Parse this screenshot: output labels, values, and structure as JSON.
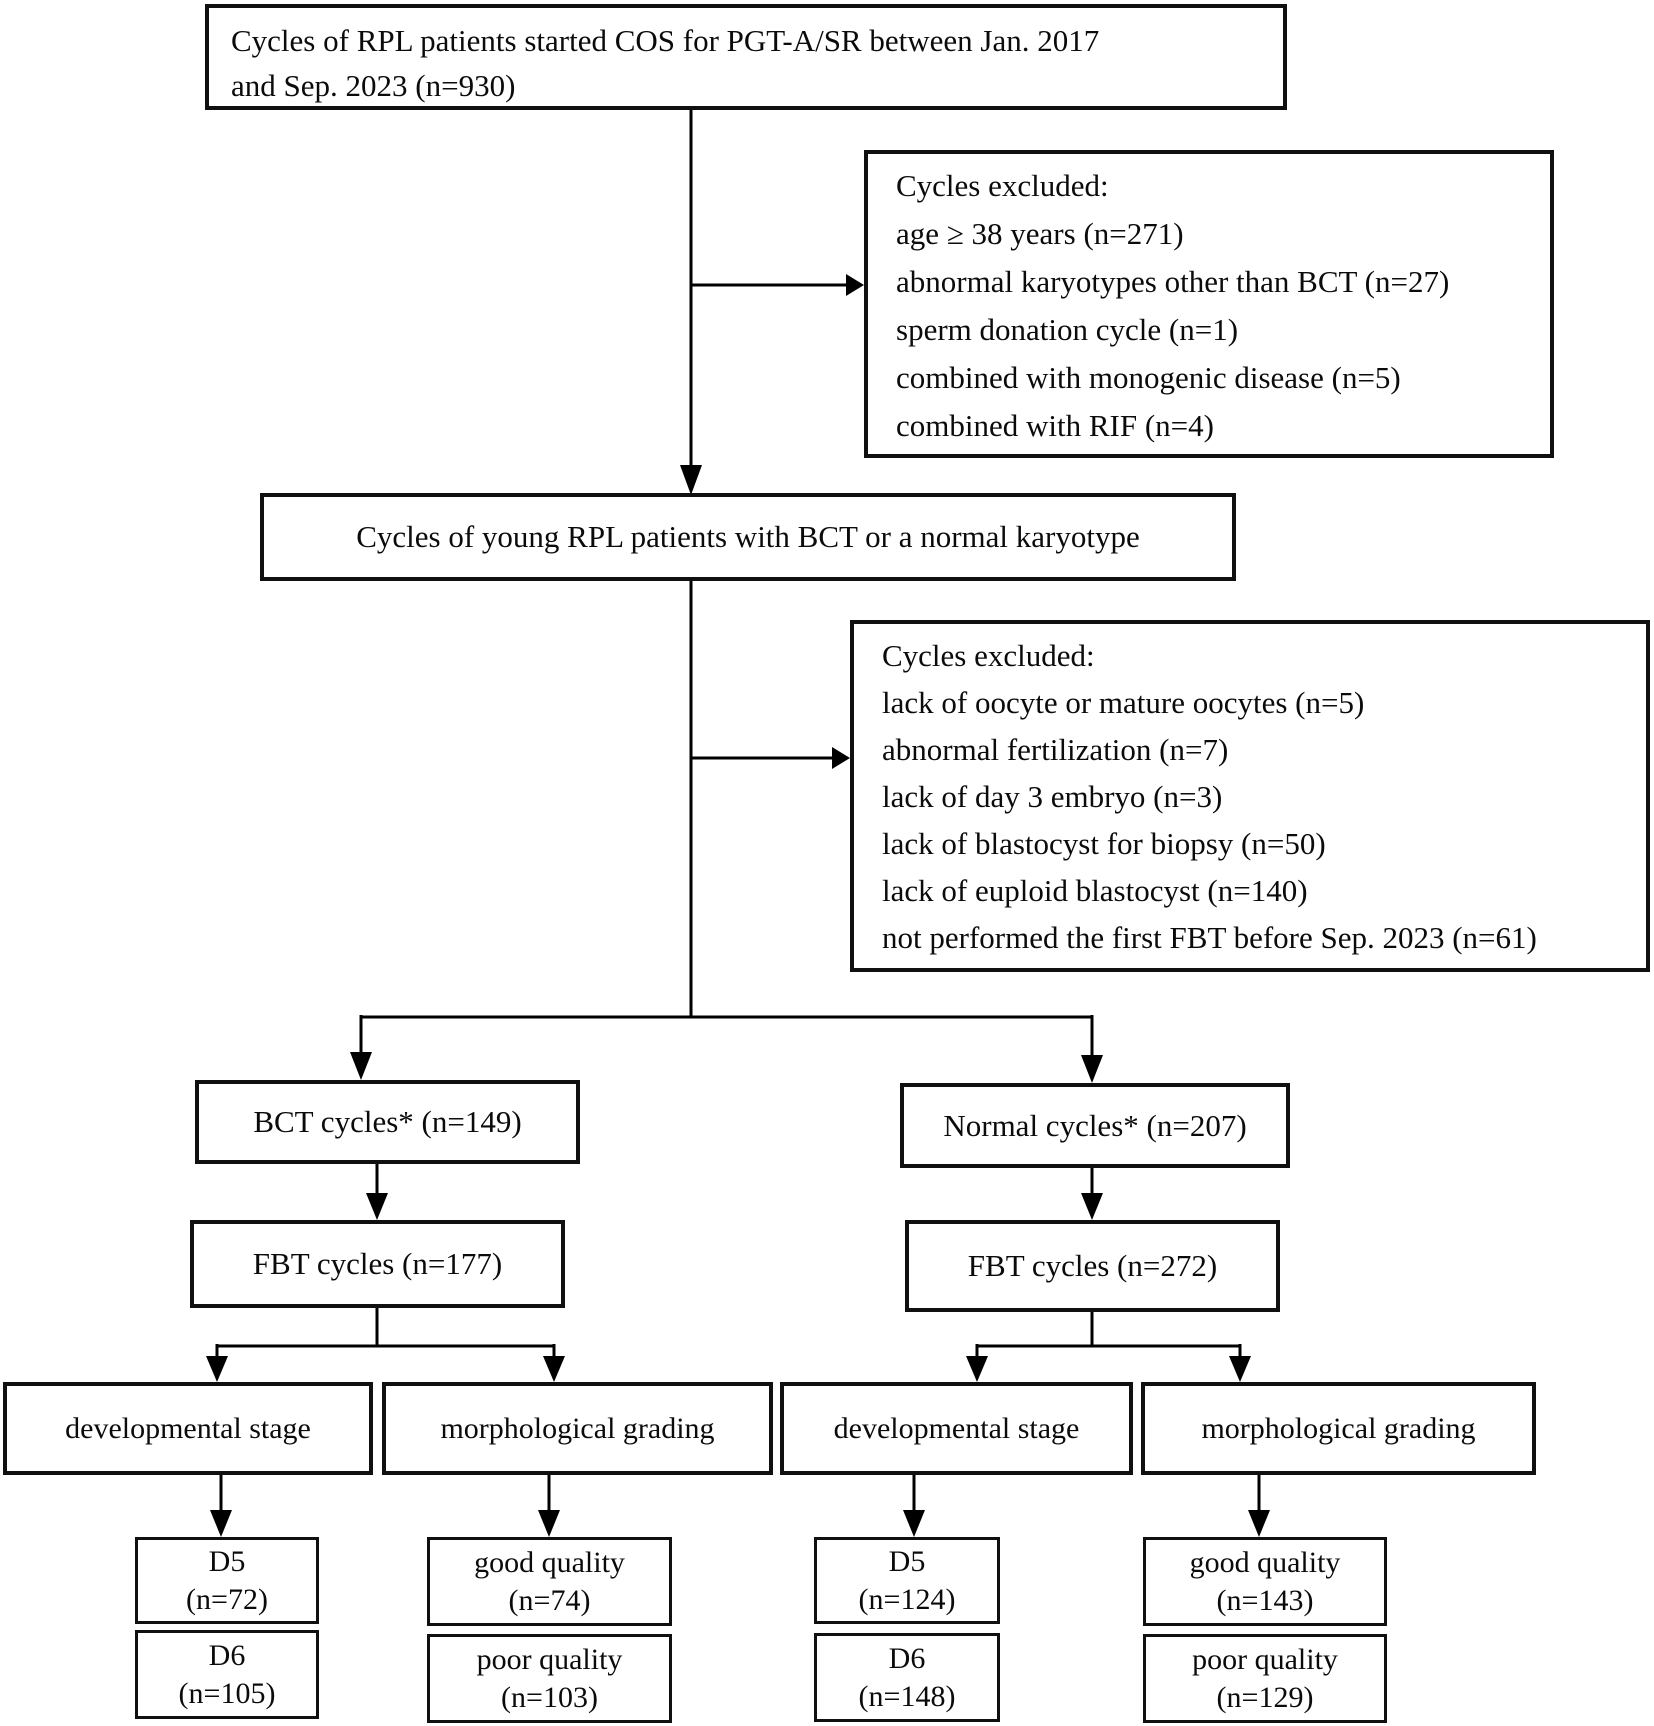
{
  "diagram": {
    "start": {
      "line1": "Cycles of RPL patients started COS for PGT-A/SR between Jan. 2017",
      "line2": "and Sep. 2023 (n=930)"
    },
    "excluded1": {
      "title": "Cycles excluded:",
      "items": [
        "age ≥ 38 years (n=271)",
        "abnormal karyotypes other than BCT (n=27)",
        "sperm donation cycle (n=1)",
        "combined with monogenic disease (n=5)",
        "combined with RIF (n=4)"
      ]
    },
    "young": {
      "text": "Cycles of young RPL patients with BCT or a normal karyotype"
    },
    "excluded2": {
      "title": "Cycles excluded:",
      "items": [
        "lack of oocyte or mature oocytes (n=5)",
        "abnormal fertilization (n=7)",
        "lack of day 3 embryo (n=3)",
        "lack of blastocyst for biopsy (n=50)",
        "lack of euploid blastocyst (n=140)",
        "not performed the first FBT before Sep. 2023 (n=61)"
      ]
    },
    "bct": {
      "text": "BCT cycles* (n=149)"
    },
    "normal": {
      "text": "Normal cycles* (n=207)"
    },
    "fbt_bct": {
      "text": "FBT cycles (n=177)"
    },
    "fbt_normal": {
      "text": "FBT cycles (n=272)"
    },
    "dev_bct": {
      "text": "developmental stage"
    },
    "morph_bct": {
      "text": "morphological grading"
    },
    "dev_normal": {
      "text": "developmental stage"
    },
    "morph_normal": {
      "text": "morphological grading"
    },
    "d5_bct": {
      "line1": "D5",
      "line2": "(n=72)"
    },
    "d6_bct": {
      "line1": "D6",
      "line2": "(n=105)"
    },
    "good_bct": {
      "line1": "good quality",
      "line2": "(n=74)"
    },
    "poor_bct": {
      "line1": "poor quality",
      "line2": "(n=103)"
    },
    "d5_normal": {
      "line1": "D5",
      "line2": "(n=124)"
    },
    "d6_normal": {
      "line1": "D6",
      "line2": "(n=148)"
    },
    "good_normal": {
      "line1": "good quality",
      "line2": "(n=143)"
    },
    "poor_normal": {
      "line1": "poor quality",
      "line2": "(n=129)"
    },
    "line_color": "#000000"
  }
}
